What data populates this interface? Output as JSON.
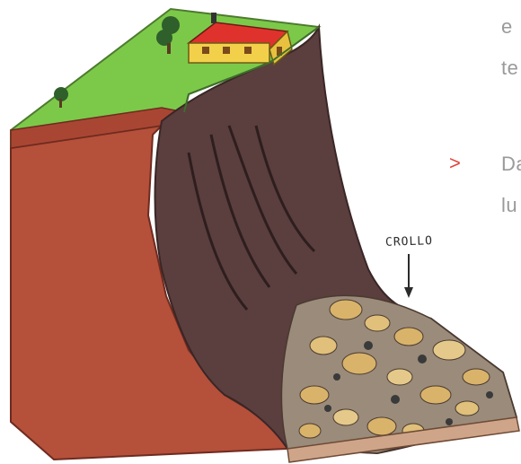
{
  "side_text": {
    "line1": "e",
    "line2": "te",
    "bullet": ">",
    "line3": "Da",
    "line4": "lu"
  },
  "drawing": {
    "label": "CROLLO"
  },
  "colors": {
    "grass": "#7cc94a",
    "soil_red": "#b5503a",
    "scarp_brown": "#5b3e3e",
    "roof_red": "#e0322c",
    "house_yellow": "#f2d04a",
    "rocks": "#d9b36a",
    "bullet": "#e0473c"
  }
}
